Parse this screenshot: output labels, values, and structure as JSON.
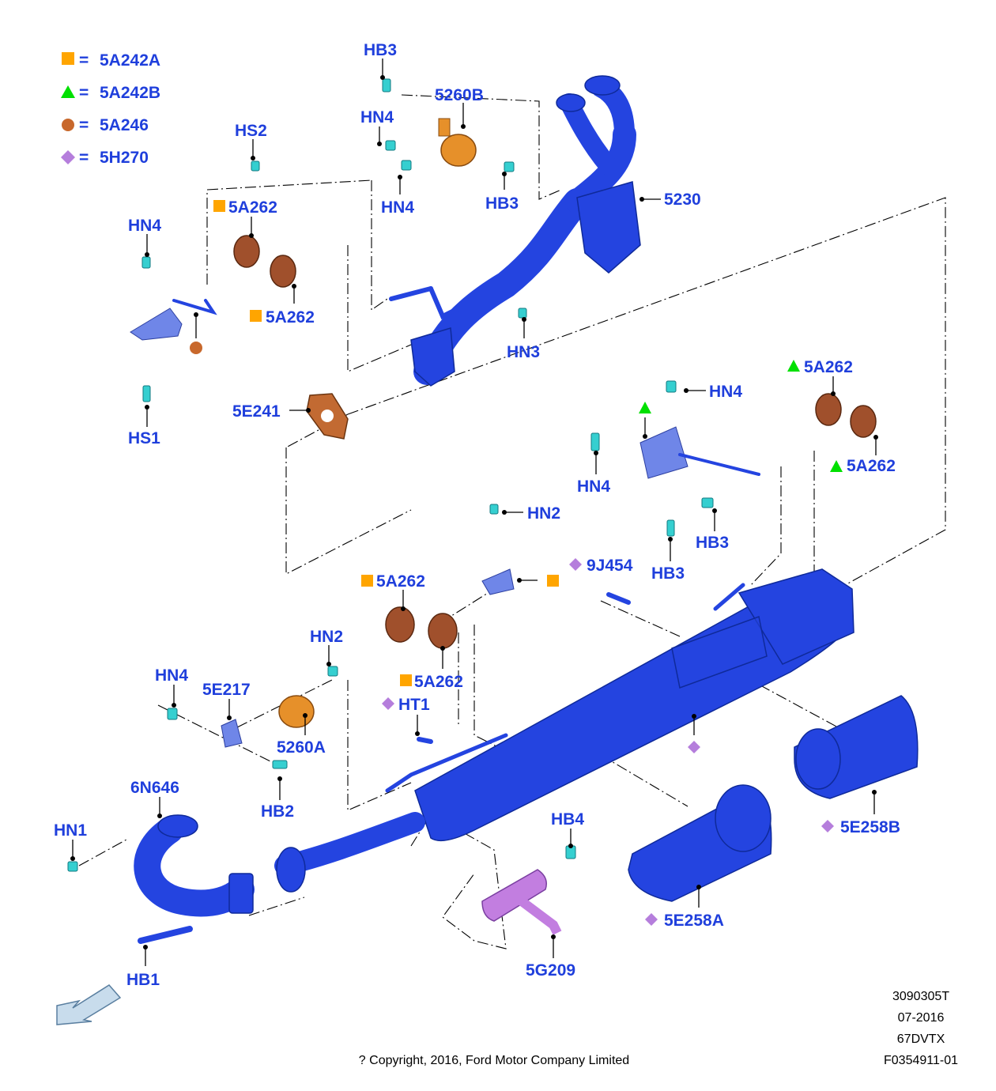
{
  "legend": [
    {
      "symbol": "square",
      "color": "#ffa500",
      "text": "5A242A"
    },
    {
      "symbol": "triangle",
      "color": "#00e000",
      "text": "5A242B"
    },
    {
      "symbol": "circle",
      "color": "#c8682c",
      "text": "5A246"
    },
    {
      "symbol": "diamond",
      "color": "#b57edc",
      "text": "5H270"
    }
  ],
  "legend_equals": "=",
  "labels": {
    "hb3_top": "HB3",
    "p5260b": "5260B",
    "hn4_a": "HN4",
    "hn4_b": "HN4",
    "hb3_b": "HB3",
    "p5230": "5230",
    "hs2": "HS2",
    "p5a262_1": "5A262",
    "hn4_c": "HN4",
    "p5a262_2": "5A262",
    "hn3": "HN3",
    "hs1": "HS1",
    "p5e241": "5E241",
    "p5a262_3": "5A262",
    "hn4_d": "HN4",
    "p5a262_4": "5A262",
    "hn4_e": "HN4",
    "hb3_c": "HB3",
    "hb3_d": "HB3",
    "hn2_a": "HN2",
    "p9j454": "9J454",
    "p5a262_5": "5A262",
    "hn2_b": "HN2",
    "hn4_f": "HN4",
    "p5e217": "5E217",
    "p5a262_6": "5A262",
    "ht1": "HT1",
    "p5260a": "5260A",
    "hb2": "HB2",
    "p6n646": "6N646",
    "hn1": "HN1",
    "hb4": "HB4",
    "p5e258b": "5E258B",
    "p5e258a": "5E258A",
    "p5g209": "5G209",
    "hb1": "HB1"
  },
  "meta": {
    "code": "3090305T",
    "date": "07-2016",
    "model": "67DVTX",
    "copyright": "? Copyright, 2016, Ford Motor Company Limited",
    "figure": "F0354911-01"
  },
  "colors": {
    "label": "#1f3fdc",
    "pipe": "#2444e0",
    "bolt": "#35cfd0",
    "rubber": "#a0502c",
    "orange": "#ffa500",
    "green": "#00e000",
    "purple": "#b57edc",
    "brown": "#c8682c"
  },
  "icons": {
    "direction_arrow": "front-direction-arrow-icon"
  }
}
